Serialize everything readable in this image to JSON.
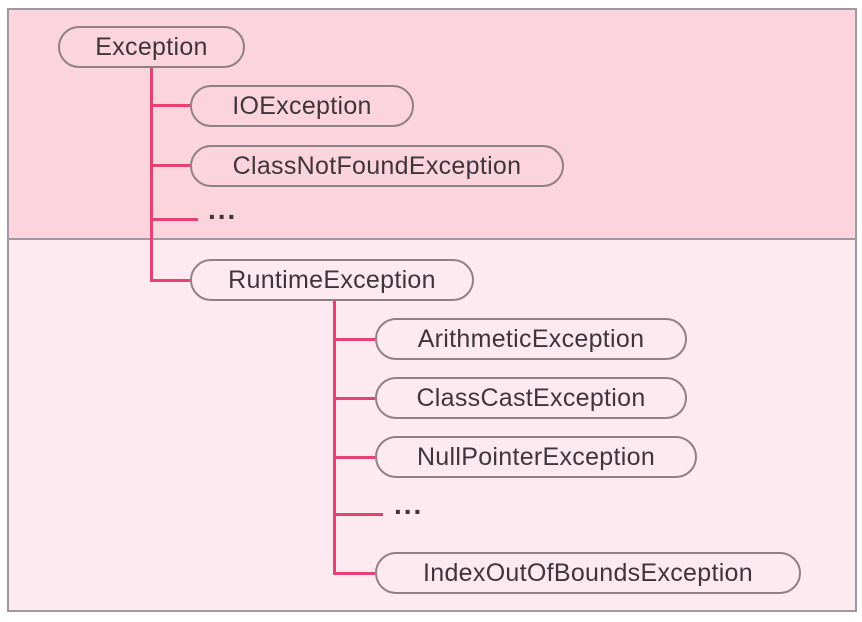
{
  "tree": {
    "label": "Exception",
    "children": [
      {
        "label": "IOException"
      },
      {
        "label": "ClassNotFoundException"
      },
      {
        "label": "..."
      },
      {
        "label": "RuntimeException",
        "children": [
          {
            "label": "ArithmeticException"
          },
          {
            "label": "ClassCastException"
          },
          {
            "label": "NullPointerException"
          },
          {
            "label": "..."
          },
          {
            "label": "IndexOutOfBoundsException"
          }
        ]
      }
    ]
  },
  "colors": {
    "section_top_bg": "#fbd4de",
    "section_bottom_bg": "#fde9f0",
    "frame_border": "#9c9aa0",
    "node_border": "#8f8085",
    "connector": "#e64375",
    "text": "#3f353b"
  }
}
